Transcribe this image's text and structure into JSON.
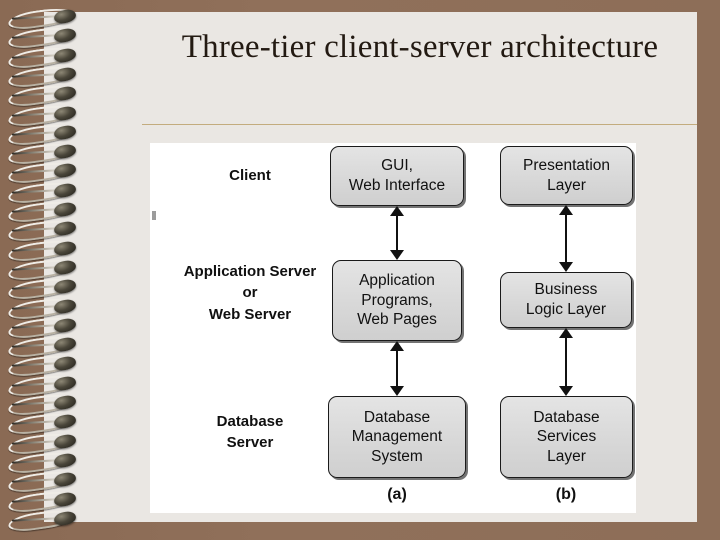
{
  "slide": {
    "title": "Three-tier client-server\narchitecture",
    "background_color": "#eae7e3",
    "border_color": "#8d6e58",
    "rule_color": "#c3ac7e",
    "canvas_color": "#ffffff",
    "spiral_ring_count": 27
  },
  "diagram": {
    "tier_labels": [
      {
        "id": "client",
        "text": "Client"
      },
      {
        "id": "application-server",
        "text": "Application Server\nor\nWeb Server"
      },
      {
        "id": "database-server",
        "text": "Database\nServer"
      }
    ],
    "column_a": {
      "caption": "(a)",
      "nodes": [
        {
          "id": "gui",
          "text": "GUI,\nWeb Interface"
        },
        {
          "id": "application-programs",
          "text": "Application\nPrograms,\nWeb Pages"
        },
        {
          "id": "dbms",
          "text": "Database\nManagement\nSystem"
        }
      ]
    },
    "column_b": {
      "caption": "(b)",
      "nodes": [
        {
          "id": "presentation-layer",
          "text": "Presentation\nLayer"
        },
        {
          "id": "business-logic-layer",
          "text": "Business\nLogic Layer"
        },
        {
          "id": "database-services-layer",
          "text": "Database\nServices\nLayer"
        }
      ]
    },
    "connectors": [
      {
        "id": "gui-to-application",
        "type": "double-headed-vertical-arrow"
      },
      {
        "id": "application-to-dbms",
        "type": "double-headed-vertical-arrow"
      },
      {
        "id": "presentation-to-business",
        "type": "double-headed-vertical-arrow"
      },
      {
        "id": "business-to-database-services",
        "type": "double-headed-vertical-arrow"
      }
    ],
    "node_fill_color": "#d8d8d8",
    "node_border_color": "#1a1a1a"
  }
}
